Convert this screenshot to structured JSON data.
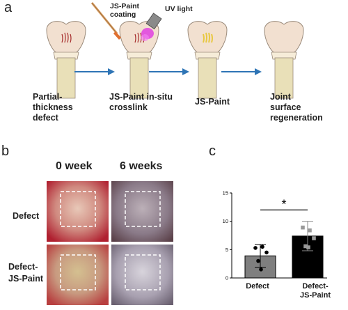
{
  "panel_a": {
    "letter": "a",
    "paint_label": "JS-Paint coating",
    "uv_label": "UV light",
    "steps": [
      {
        "label": "Partial-thickness defect",
        "lines": [
          "Partial-",
          "thickness",
          "defect"
        ]
      },
      {
        "label": "JS-Paint in-situ crosslink",
        "lines": [
          "JS-Paint in-situ",
          "crosslink"
        ]
      },
      {
        "label": "JS-Paint",
        "lines": [
          "JS-Paint"
        ]
      },
      {
        "label": "Joint surface regeneration",
        "lines": [
          "Joint",
          "surface",
          "regeneration"
        ]
      }
    ],
    "colors": {
      "arrow": "#2e74b5",
      "defect": "#a52a2a",
      "paint": "#e8c840",
      "uv": "#e040e0",
      "cartilage": "#f2e0d0",
      "bone": "#e9e0b8"
    }
  },
  "panel_b": {
    "letter": "b",
    "columns": [
      "0 week",
      "6 weeks"
    ],
    "rows": [
      {
        "label": "Defect",
        "lines": [
          "Defect"
        ]
      },
      {
        "label": "Defect-JS-Paint",
        "lines": [
          "Defect-",
          "JS-Paint"
        ]
      }
    ]
  },
  "panel_c": {
    "letter": "c",
    "significance": "*"
  },
  "chart_data": {
    "type": "bar",
    "categories": [
      "Defect",
      "Defect-JS-Paint"
    ],
    "values": [
      3.9,
      7.4
    ],
    "errors": [
      2.0,
      2.6
    ],
    "points": [
      [
        5.3,
        5.5,
        4.5,
        3.0,
        1.5
      ],
      [
        8.9,
        8.4,
        7.0,
        5.6,
        5.4
      ]
    ],
    "bar_colors": [
      "#7f7f7f",
      "#000000"
    ],
    "title": "",
    "xlabel": "",
    "ylabel": "",
    "ylim": [
      0,
      15
    ],
    "yticks": [
      "0",
      "5",
      "10",
      "15"
    ],
    "annotations": [
      "*"
    ],
    "grid": false
  }
}
